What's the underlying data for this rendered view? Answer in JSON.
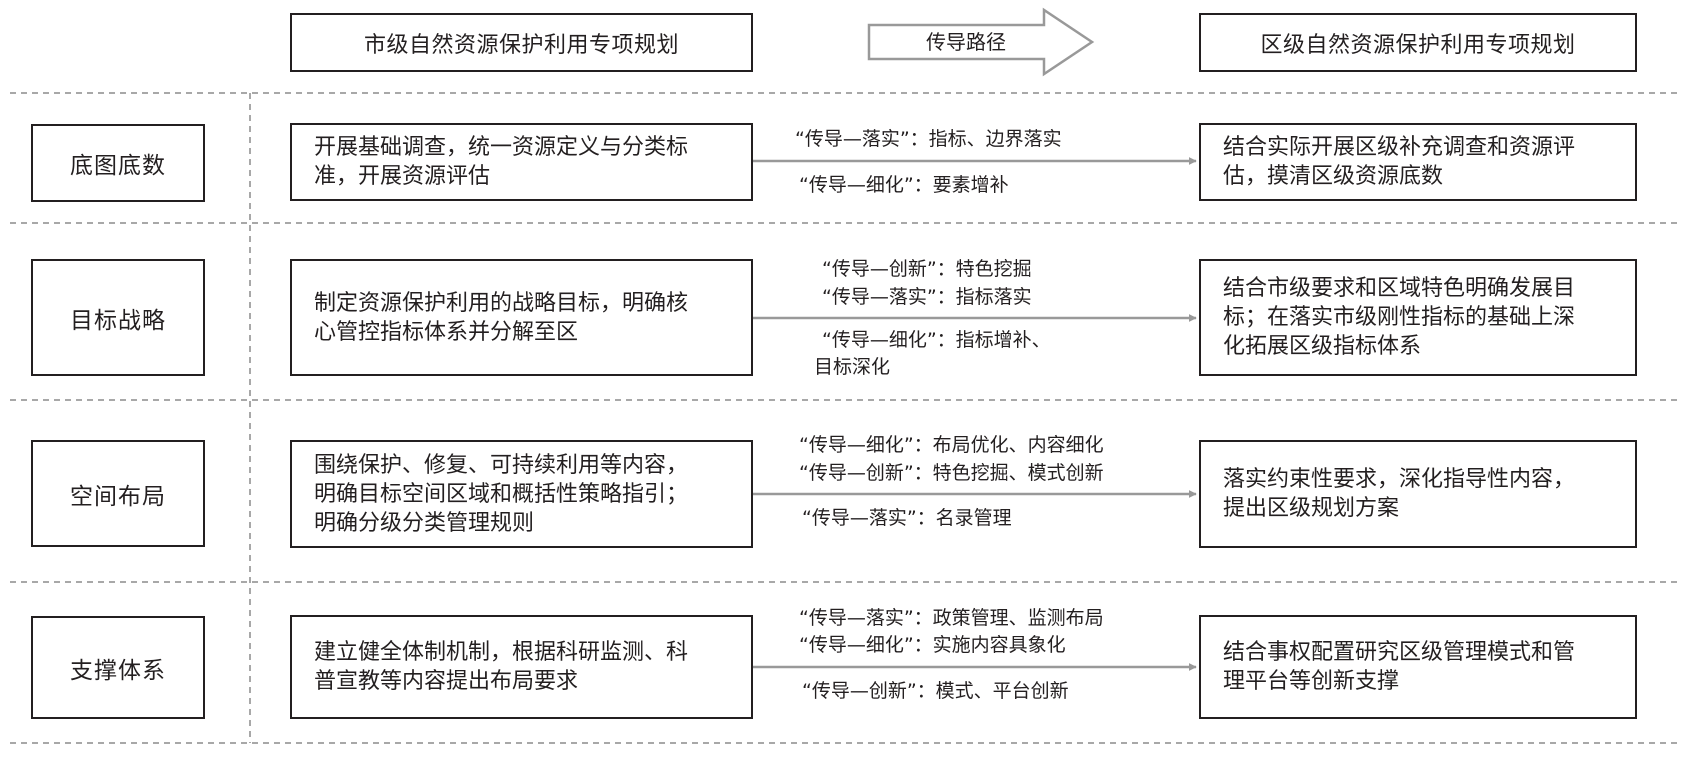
{
  "header": {
    "left_title": "市级自然资源保护利用专项规划",
    "arrow_label": "传导路径",
    "right_title": "区级自然资源保护利用专项规划"
  },
  "rows": [
    {
      "category": "底图底数",
      "city_lines": [
        "开展基础调查，统一资源定义与分类标",
        "准，开展资源评估"
      ],
      "district_lines": [
        "结合实际开展区级补充调查和资源评",
        "估，摸清区级资源底数"
      ],
      "paths": [
        "“传导—落实”：指标、边界落实",
        "“传导—细化”：要素增补"
      ]
    },
    {
      "category": "目标战略",
      "city_lines": [
        "制定资源保护利用的战略目标，明确核",
        "心管控指标体系并分解至区"
      ],
      "district_lines": [
        "结合市级要求和区域特色明确发展目",
        "标；在落实市级刚性指标的基础上深",
        "化拓展区级指标体系"
      ],
      "paths": [
        "“传导—创新”：特色挖掘",
        "“传导—落实”：指标落实",
        "“传导—细化”：指标增补、",
        "目标深化"
      ]
    },
    {
      "category": "空间布局",
      "city_lines": [
        "围绕保护、修复、可持续利用等内容，",
        "明确目标空间区域和概括性策略指引；",
        "明确分级分类管理规则"
      ],
      "district_lines": [
        "落实约束性要求，深化指导性内容，",
        "提出区级规划方案"
      ],
      "paths": [
        "“传导—细化”：布局优化、内容细化",
        "“传导—创新”：特色挖掘、模式创新",
        "“传导—落实”：名录管理"
      ]
    },
    {
      "category": "支撑体系",
      "city_lines": [
        "建立健全体制机制，根据科研监测、科",
        "普宣教等内容提出布局要求"
      ],
      "district_lines": [
        "结合事权配置研究区级管理模式和管",
        "理平台等创新支撑"
      ],
      "paths": [
        "“传导—落实”：政策管理、监测布局",
        "“传导—细化”：实施内容具象化",
        "“传导—创新”：模式、平台创新"
      ]
    }
  ],
  "colors": {
    "box_border": "#231f20",
    "arrow": "#999999",
    "divider": "#8c8c8c"
  }
}
